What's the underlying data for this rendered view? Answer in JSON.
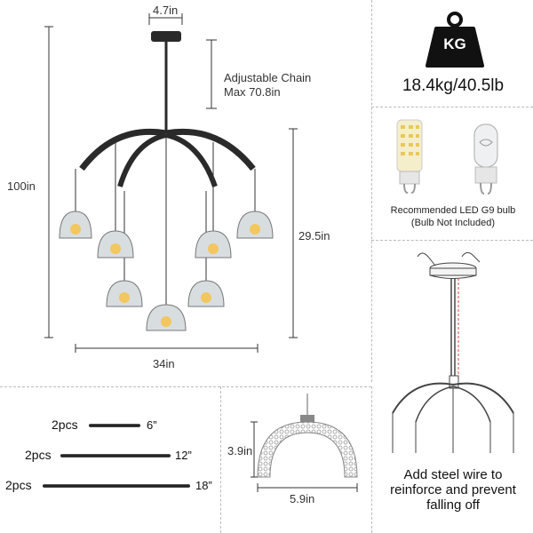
{
  "chandelier": {
    "canopy_width": "4.7in",
    "chain_label_line1": "Adjustable Chain",
    "chain_label_line2": "Max 70.8in",
    "total_height": "100in",
    "body_height": "29.5in",
    "width": "34in"
  },
  "weight": {
    "badge": "KG",
    "value": "18.4kg/40.5lb"
  },
  "bulb": {
    "caption_line1": "Recommended LED G9 bulb",
    "caption_line2": "(Bulb Not Included)"
  },
  "steel_wire": {
    "caption_line1": "Add steel wire to",
    "caption_line2": "reinforce and prevent",
    "caption_line3": "falling off"
  },
  "rods": [
    {
      "qty": "2pcs",
      "length": "6”"
    },
    {
      "qty": "2pcs",
      "length": "12”"
    },
    {
      "qty": "2pcs",
      "length": "18”"
    }
  ],
  "shade": {
    "height": "3.9in",
    "width": "5.9in"
  }
}
